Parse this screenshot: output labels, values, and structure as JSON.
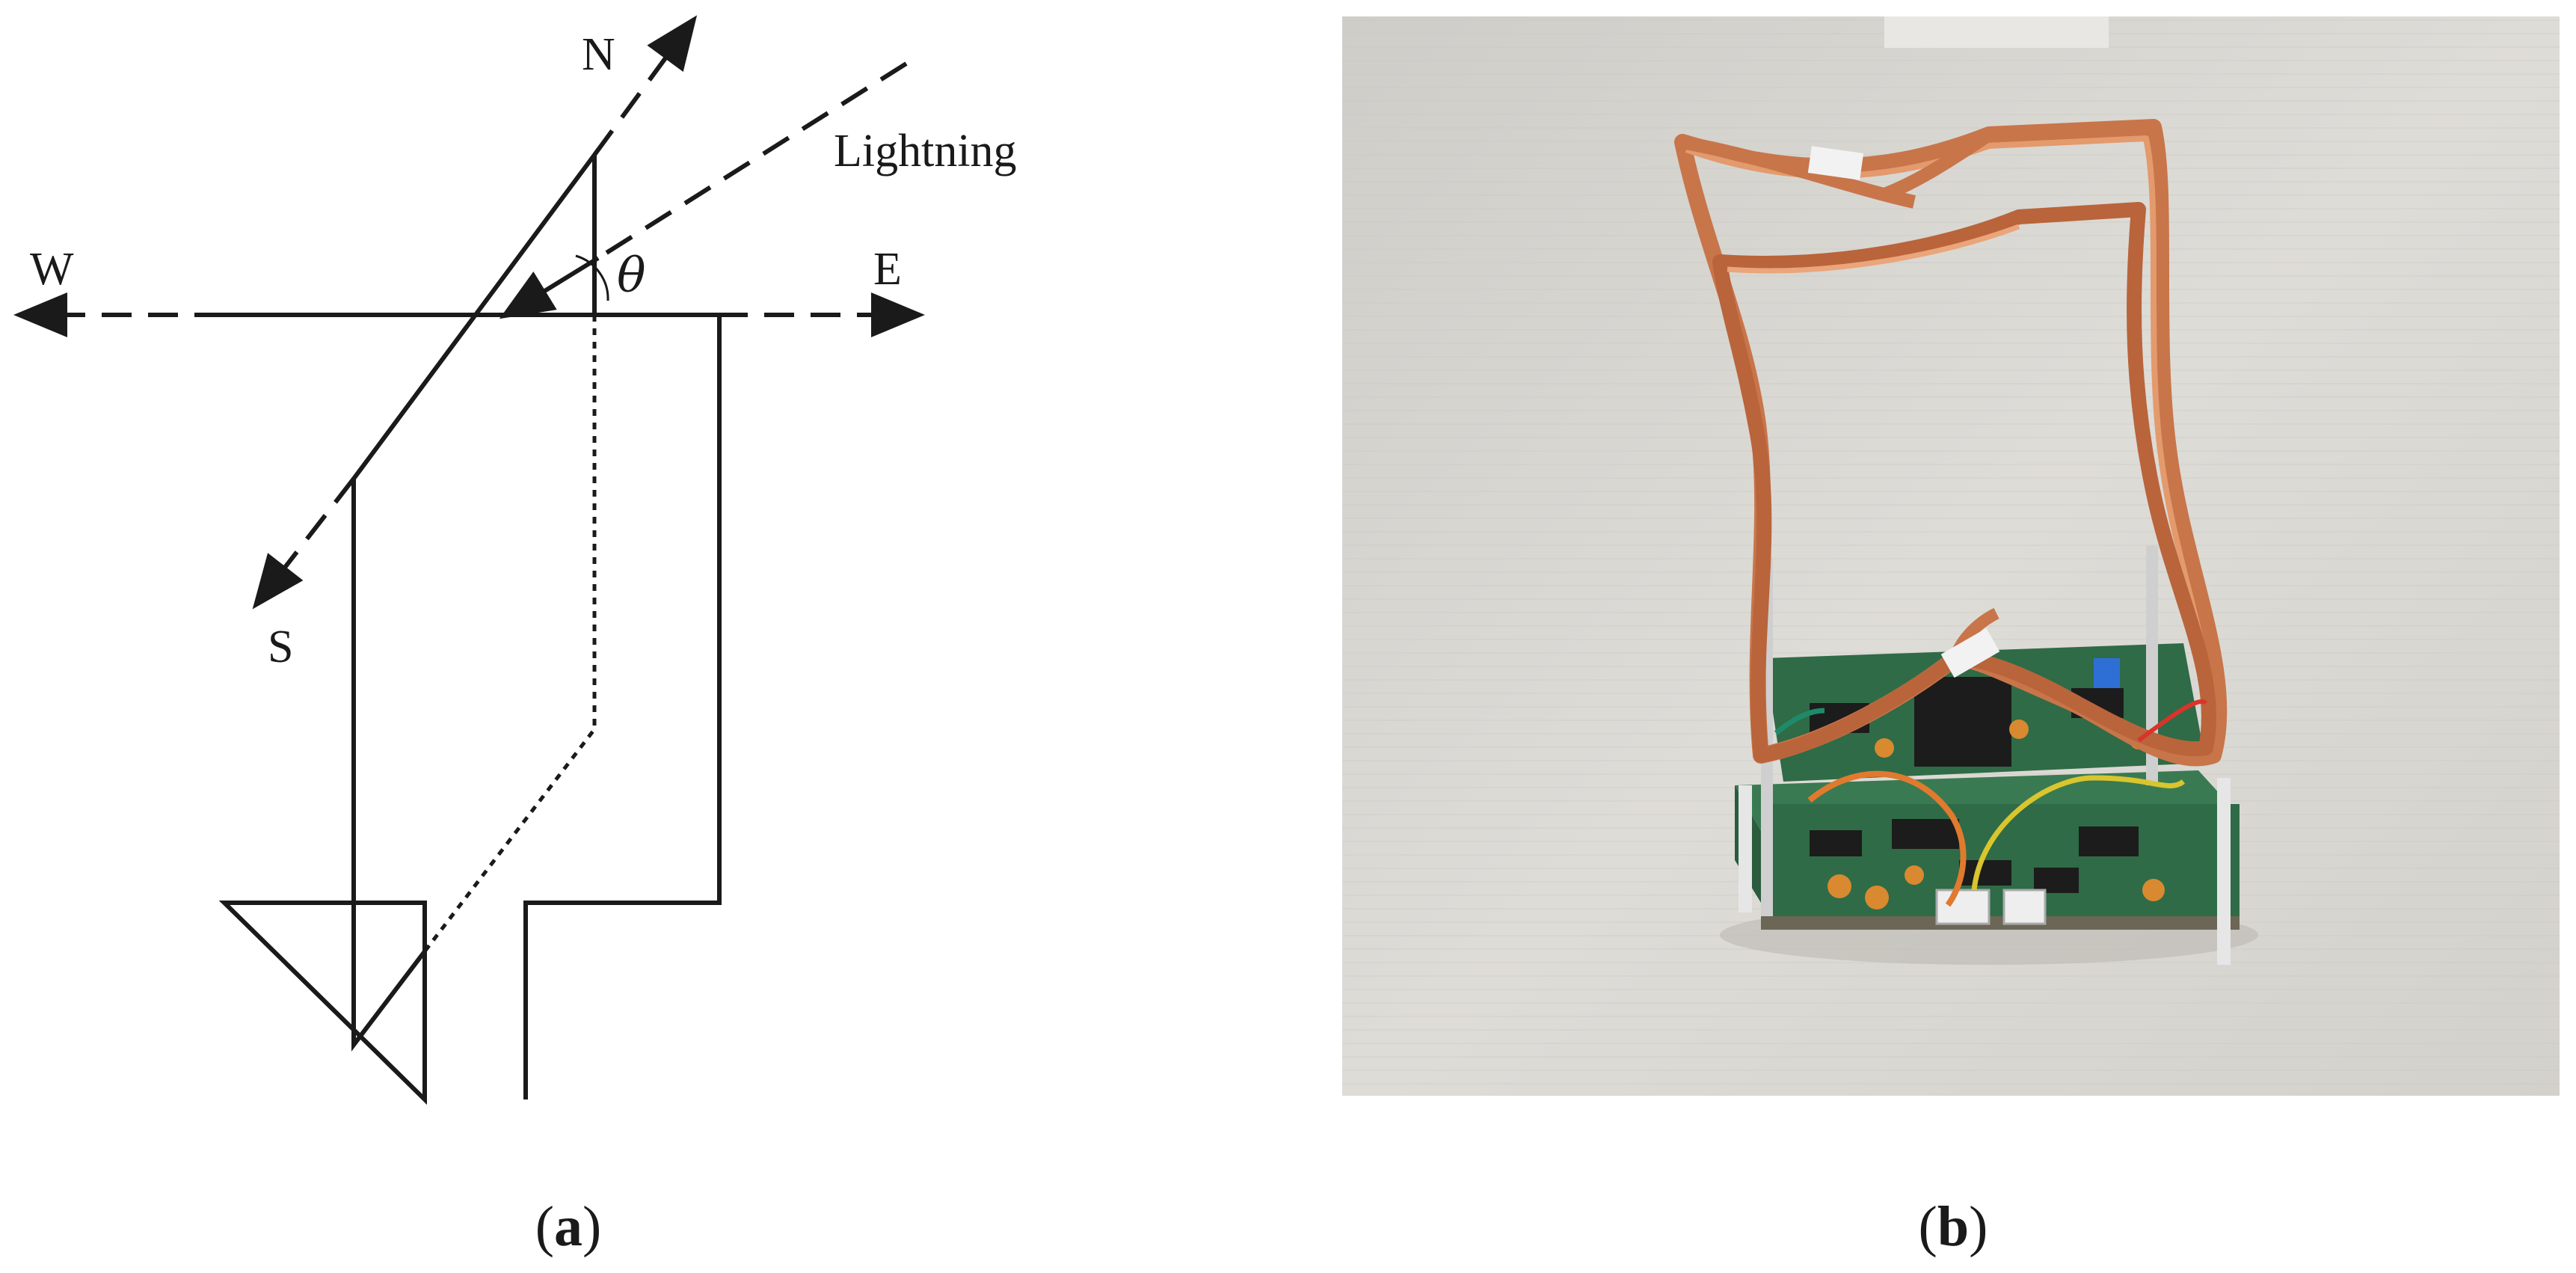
{
  "panel_a": {
    "labels": {
      "north": "N",
      "south": "S",
      "west": "W",
      "east": "E",
      "lightning": "Lightning",
      "angle": "θ"
    },
    "caption": {
      "open": "(",
      "letter": "a",
      "close": ")"
    }
  },
  "panel_b": {
    "photo_subject": "crossed copper-wire loop antenna mounted on circuit board",
    "caption": {
      "open": "(",
      "letter": "b",
      "close": ")"
    },
    "colors": {
      "table": "#d8d6d1",
      "copper": "#c8754a",
      "pcb": "#2f6b46"
    }
  }
}
